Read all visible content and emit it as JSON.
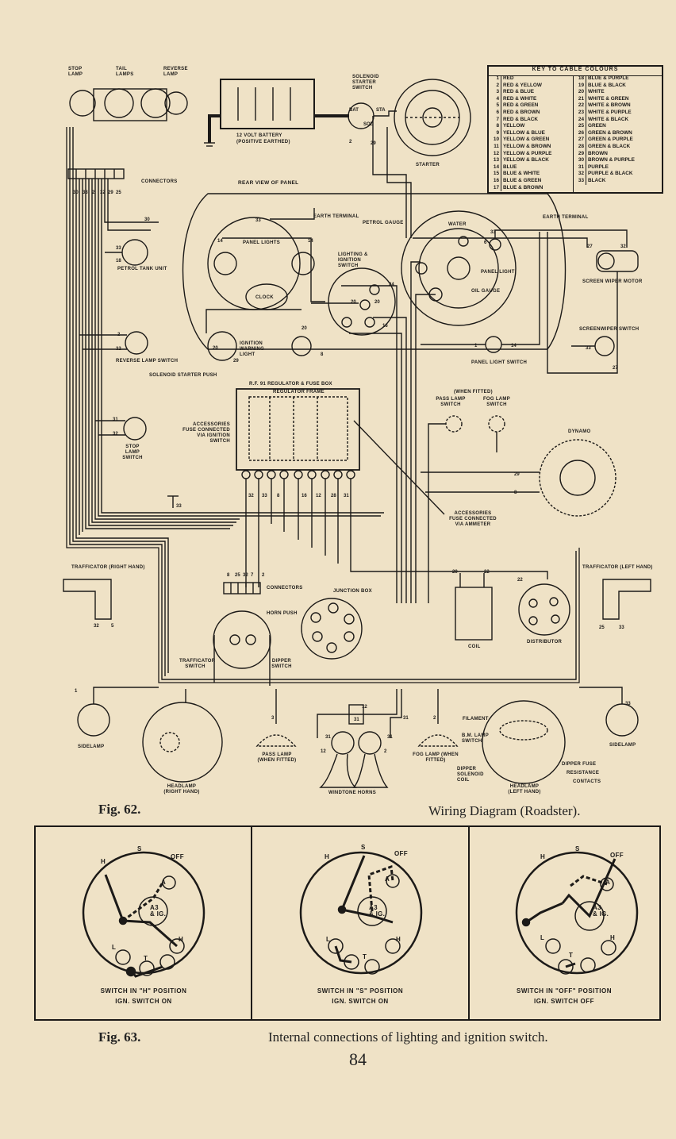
{
  "figure62": {
    "fig_label": "Fig. 62.",
    "caption": "Wiring Diagram (Roadster).",
    "labels": {
      "stop_lamp": "STOP LAMP",
      "tail_lamps": "TAIL LAMPS",
      "reverse_lamp": "REVERSE LAMP",
      "battery": "12 VOLT BATTERY",
      "battery_sub": "(POSITIVE EARTHED)",
      "solenoid_switch": "SOLENOID STARTER SWITCH",
      "starter": "STARTER",
      "connectors_top": "CONNECTORS",
      "rear_view": "REAR VIEW OF PANEL",
      "earth_terminal_1": "EARTH TERMINAL",
      "petrol_gauge": "PETROL GAUGE",
      "water": "WATER",
      "earth_terminal_2": "EARTH TERMINAL",
      "panel_lights": "PANEL LIGHTS",
      "lighting_ignition_switch": "LIGHTING & IGNITION SWITCH",
      "panel_light": "PANEL LIGHT",
      "oil_gauge": "OIL GAUGE",
      "clock": "CLOCK",
      "screen_wiper_motor": "SCREEN WIPER MOTOR",
      "screenwiper_switch": "SCREENWIPER SWITCH",
      "petrol_tank_unit": "PETROL TANK UNIT",
      "reverse_lamp_switch": "REVERSE LAMP SWITCH",
      "ignition_warning_light": "IGNITION WARNING LIGHT",
      "panel_light_switch": "PANEL LIGHT SWITCH",
      "solenoid_starter_push": "SOLENOID STARTER PUSH",
      "regulator_fuse_box": "R.F. 91 REGULATOR & FUSE BOX",
      "regulator_frame": "REGULATOR FRAME",
      "accessories_fuse": "ACCESSORIES FUSE CONNECTED VIA IGNITION SWITCH",
      "when_fitted": "(WHEN FITTED)",
      "pass_lamp_switch": "PASS LAMP SWITCH",
      "fog_lamp_switch": "FOG LAMP SWITCH",
      "stop_lamp_switch": "STOP LAMP SWITCH",
      "dynamo": "DYNAMO",
      "accessories_fuse_ammeter": "ACCESSORIES FUSE CONNECTED VIA AMMETER",
      "trafficator_right": "TRAFFICATOR (RIGHT HAND)",
      "trafficator_left": "TRAFFICATOR (LEFT HAND)",
      "connectors_mid": "CONNECTORS",
      "horn_push": "HORN PUSH",
      "junction_box": "JUNCTION BOX",
      "coil": "COIL",
      "distributor": "DISTRIBUTOR",
      "trafficator_switch": "TRAFFICATOR SWITCH",
      "dipper_switch": "DIPPER SWITCH",
      "sidelamp_left": "SIDELAMP",
      "sidelamp_right": "SIDELAMP",
      "headlamp_right": "HEADLAMP (RIGHT HAND)",
      "pass_lamp": "PASS LAMP (WHEN FITTED)",
      "fog_lamp": "FOG LAMP (WHEN FITTED)",
      "windtone_horns": "WINDTONE HORNS",
      "filament": "FILAMENT",
      "bm_lamp_switch": "B.M. LAMP SWITCH",
      "dipper_fuse": "DIPPER FUSE",
      "resistance": "RESISTANCE",
      "contacts": "CONTACTS",
      "dipper_solenoid_coil": "DIPPER SOLENOID COIL",
      "headlamp_left": "HEADLAMP (LEFT HAND)"
    },
    "key_title": "KEY TO CABLE COLOURS",
    "key_left": [
      {
        "n": "1",
        "c": "RED"
      },
      {
        "n": "2",
        "c": "RED & YELLOW"
      },
      {
        "n": "3",
        "c": "RED & BLUE"
      },
      {
        "n": "4",
        "c": "RED & WHITE"
      },
      {
        "n": "5",
        "c": "RED & GREEN"
      },
      {
        "n": "6",
        "c": "RED & BROWN"
      },
      {
        "n": "7",
        "c": "RED & BLACK"
      },
      {
        "n": "8",
        "c": "YELLOW"
      },
      {
        "n": "9",
        "c": "YELLOW & BLUE"
      },
      {
        "n": "10",
        "c": "YELLOW & GREEN"
      },
      {
        "n": "11",
        "c": "YELLOW & BROWN"
      },
      {
        "n": "12",
        "c": "YELLOW & PURPLE"
      },
      {
        "n": "13",
        "c": "YELLOW & BLACK"
      },
      {
        "n": "14",
        "c": "BLUE"
      },
      {
        "n": "15",
        "c": "BLUE & WHITE"
      },
      {
        "n": "16",
        "c": "BLUE & GREEN"
      },
      {
        "n": "17",
        "c": "BLUE & BROWN"
      }
    ],
    "key_right": [
      {
        "n": "18",
        "c": "BLUE & PURPLE"
      },
      {
        "n": "19",
        "c": "BLUE & BLACK"
      },
      {
        "n": "20",
        "c": "WHITE"
      },
      {
        "n": "21",
        "c": "WHITE & GREEN"
      },
      {
        "n": "22",
        "c": "WHITE & BROWN"
      },
      {
        "n": "23",
        "c": "WHITE & PURPLE"
      },
      {
        "n": "24",
        "c": "WHITE & BLACK"
      },
      {
        "n": "25",
        "c": "GREEN"
      },
      {
        "n": "26",
        "c": "GREEN & BROWN"
      },
      {
        "n": "27",
        "c": "GREEN & PURPLE"
      },
      {
        "n": "28",
        "c": "GREEN & BLACK"
      },
      {
        "n": "29",
        "c": "BROWN"
      },
      {
        "n": "30",
        "c": "BROWN & PURPLE"
      },
      {
        "n": "31",
        "c": "PURPLE"
      },
      {
        "n": "32",
        "c": "PURPLE & BLACK"
      },
      {
        "n": "33",
        "c": "BLACK"
      }
    ]
  },
  "figure63": {
    "fig_label": "Fig. 63.",
    "caption": "Internal connections of lighting and ignition switch.",
    "terminal_labels": {
      "h": "H",
      "s": "S",
      "off": "OFF",
      "a": "A",
      "a3": "A3",
      "ig": "& IG.",
      "l": "L",
      "t": "T"
    },
    "switches": [
      {
        "line1": "SWITCH IN \"H\" POSITION",
        "line2": "IGN. SWITCH ON"
      },
      {
        "line1": "SWITCH IN \"S\" POSITION",
        "line2": "IGN. SWITCH ON"
      },
      {
        "line1": "SWITCH IN \"OFF\" POSITION",
        "line2": "IGN. SWITCH OFF"
      }
    ]
  },
  "page_number": "84"
}
